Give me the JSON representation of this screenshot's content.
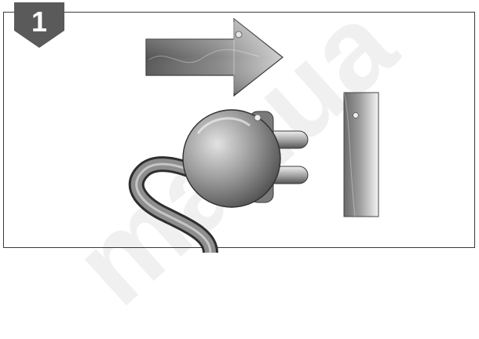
{
  "step": {
    "number": "1"
  },
  "illustration": {
    "subject": "unplug-power-cord-from-wall-socket",
    "arrow_direction": "right",
    "colors": {
      "frame_border": "#3a3a3a",
      "badge_background": "#5a5a5a",
      "badge_text": "#ffffff",
      "metal_light": "#d6d6d6",
      "metal_dark": "#4a4a4a"
    }
  },
  "watermark": {
    "text": "manua"
  }
}
